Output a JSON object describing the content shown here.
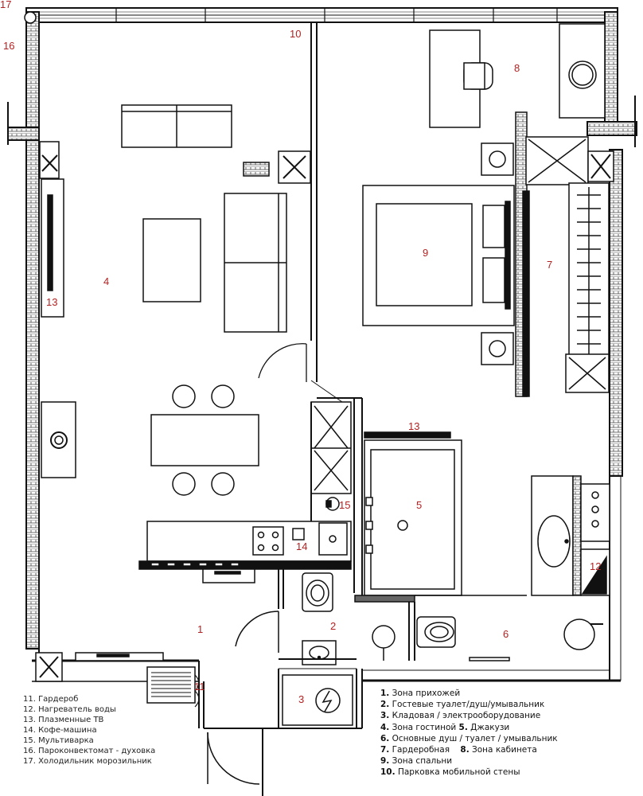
{
  "rooms": [
    {
      "id": "1"
    },
    {
      "id": "2"
    },
    {
      "id": "3"
    },
    {
      "id": "4"
    },
    {
      "id": "5"
    },
    {
      "id": "6"
    },
    {
      "id": "7"
    },
    {
      "id": "8"
    },
    {
      "id": "9"
    },
    {
      "id": "10"
    },
    {
      "id": "11"
    },
    {
      "id": "12"
    },
    {
      "id": "13a"
    },
    {
      "id": "13b"
    },
    {
      "id": "14"
    },
    {
      "id": "15"
    },
    {
      "id": "16"
    },
    {
      "id": "17"
    }
  ],
  "labels": {
    "n1": "1",
    "n2": "2",
    "n3": "3",
    "n4": "4",
    "n5": "5",
    "n6": "6",
    "n7": "7",
    "n8": "8",
    "n9": "9",
    "n10": "10",
    "n11": "11",
    "n12": "12",
    "n13a": "13",
    "n13b": "13",
    "n14": "14",
    "n15": "15",
    "n16": "16",
    "n17": "17"
  },
  "legend_left": [
    "11. Гардероб",
    "12. Нагреватель воды",
    "13. Плазменные ТВ",
    "14. Кофе-машина",
    "15. Мультиварка",
    "16. Пароконвектомат - духовка",
    "17. Холодильник морозильник"
  ],
  "legend_right": {
    "l1_num": "1.",
    "l1_text": " Зона прихожей",
    "l2_num": "2.",
    "l2_text": " Гостевые туалет/душ/умывальник",
    "l3_num": "3.",
    "l3_text": " Кладовая / электрооборудование",
    "l4_num": "4.",
    "l4_text": " Зона гостиной ",
    "l5_num": "5.",
    "l5_text": " Джакузи",
    "l6_num": "6.",
    "l6_text": " Основные душ / туалет / умывальник",
    "l7_num": "7.",
    "l7_text": " Гардеробная ",
    "l8_num": "8.",
    "l8_text": " Зона кабинета",
    "l9_num": "9.",
    "l9_text": " Зона спальни",
    "l10_num": "10.",
    "l10_text": " Парковка мобильной стены"
  },
  "colors": {
    "wall": "#111111",
    "label": "#b22222",
    "line": "#000000",
    "hatch": "#555555"
  }
}
